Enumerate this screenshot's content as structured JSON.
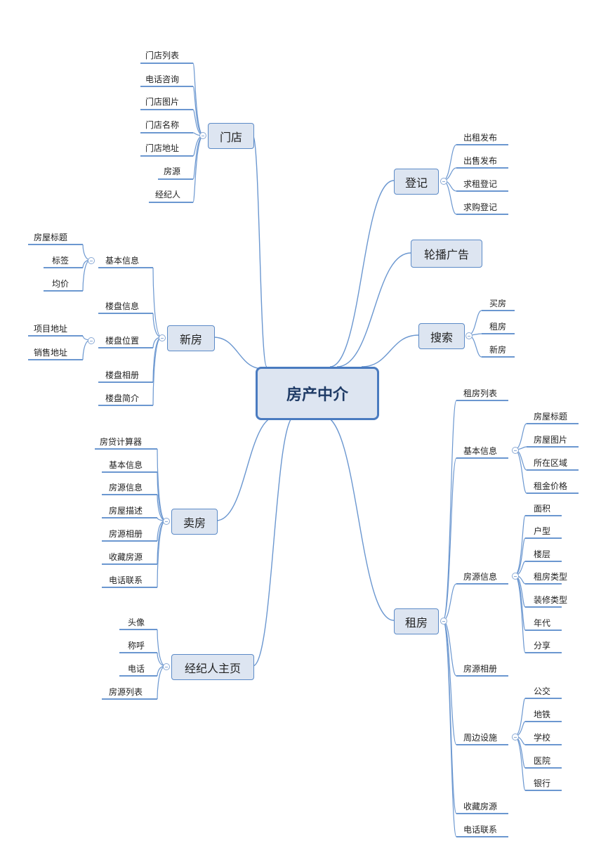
{
  "center": "房产中介",
  "store": {
    "label": "门店",
    "items": [
      "门店列表",
      "电话咨询",
      "门店图片",
      "门店名称",
      "门店地址",
      "房源",
      "经纪人"
    ]
  },
  "new_house": {
    "label": "新房",
    "basic": {
      "label": "基本信息",
      "items": [
        "房屋标题",
        "标签",
        "均价"
      ]
    },
    "info": "楼盘信息",
    "location": {
      "label": "楼盘位置",
      "items": [
        "项目地址",
        "销售地址"
      ]
    },
    "album": "楼盘相册",
    "intro": "楼盘简介"
  },
  "sell": {
    "label": "卖房",
    "items": [
      "房贷计算器",
      "基本信息",
      "房源信息",
      "房屋描述",
      "房源相册",
      "收藏房源",
      "电话联系"
    ]
  },
  "agent": {
    "label": "经纪人主页",
    "items": [
      "头像",
      "称呼",
      "电话",
      "房源列表"
    ]
  },
  "register": {
    "label": "登记",
    "items": [
      "出租发布",
      "出售发布",
      "求租登记",
      "求购登记"
    ]
  },
  "carousel": {
    "label": "轮播广告"
  },
  "search": {
    "label": "搜索",
    "items": [
      "买房",
      "租房",
      "新房"
    ]
  },
  "rent": {
    "label": "租房",
    "list": "租房列表",
    "basic": {
      "label": "基本信息",
      "items": [
        "房屋标题",
        "房屋图片",
        "所在区域",
        "租金价格"
      ]
    },
    "source": {
      "label": "房源信息",
      "items": [
        "面积",
        "户型",
        "楼层",
        "租房类型",
        "装修类型",
        "年代",
        "分享"
      ]
    },
    "album": "房源相册",
    "nearby": {
      "label": "周边设施",
      "items": [
        "公交",
        "地铁",
        "学校",
        "医院",
        "银行"
      ]
    },
    "fav": "收藏房源",
    "contact": "电话联系"
  },
  "colors": {
    "line": "#6b97d0",
    "topic_fill": "#dde5f1",
    "topic_border": "#5b8ac7",
    "text": "#222222"
  }
}
